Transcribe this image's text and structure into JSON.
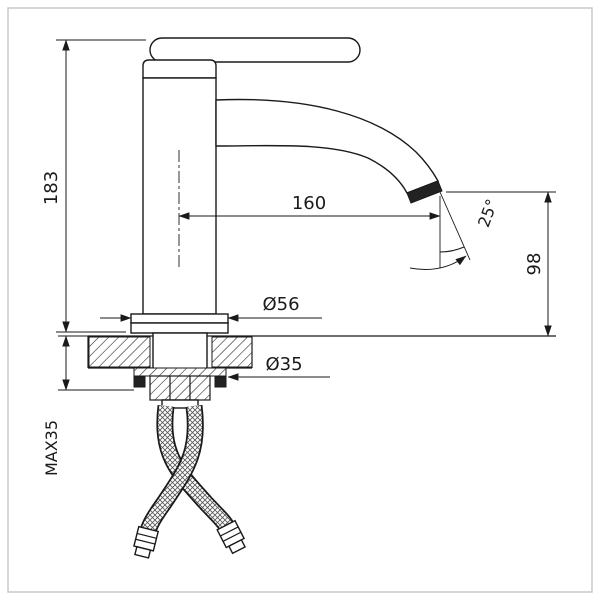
{
  "page": {
    "background": "#ffffff",
    "border_color": "#c8c8c8",
    "line_color": "#1a1a1a",
    "aerator_color": "#222222"
  },
  "drawing": {
    "labels": {
      "total_height": "183",
      "spout_reach": "160",
      "spout_angle": "25°",
      "outlet_height": "98",
      "base_diameter": "Ø56",
      "mount_hole_diameter": "Ø35",
      "max_deck_thickness": "MAX35"
    }
  }
}
